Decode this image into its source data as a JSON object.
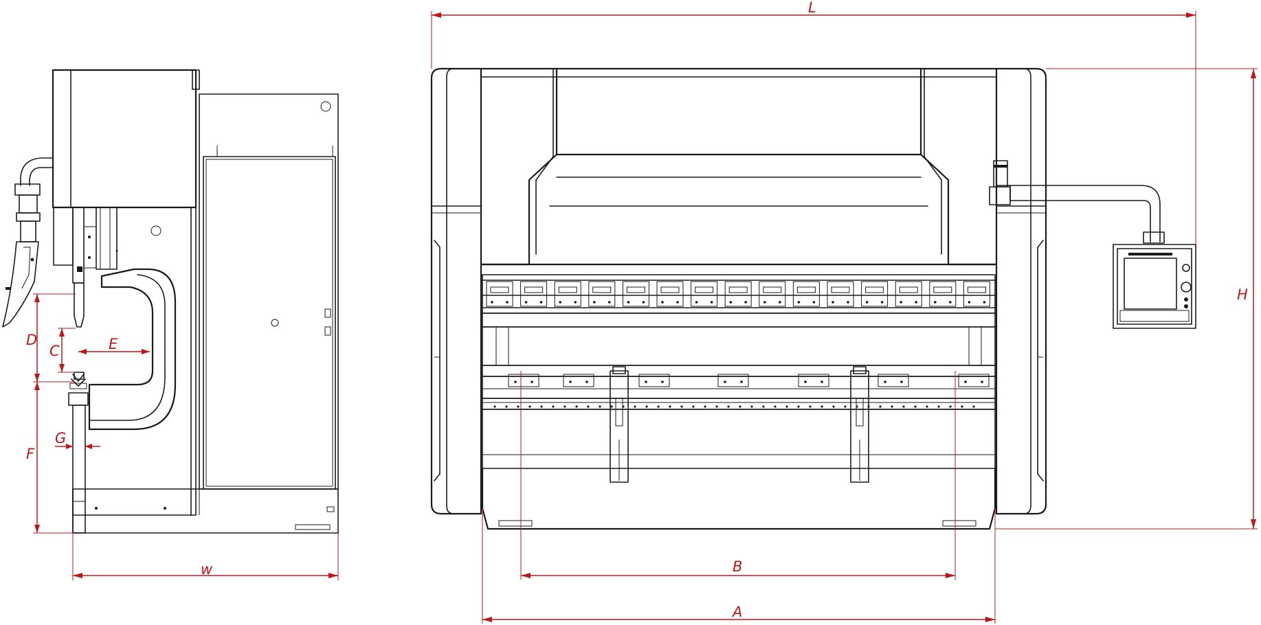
{
  "drawing": {
    "dimension_labels": {
      "L": "L",
      "H": "H",
      "A": "A",
      "B": "B",
      "W": "w",
      "C": "C",
      "D": "D",
      "E": "E",
      "F": "F",
      "G": "G"
    },
    "colors": {
      "line": "#1a1a1a",
      "dimension": "#c0161b",
      "background": "#ffffff"
    }
  }
}
